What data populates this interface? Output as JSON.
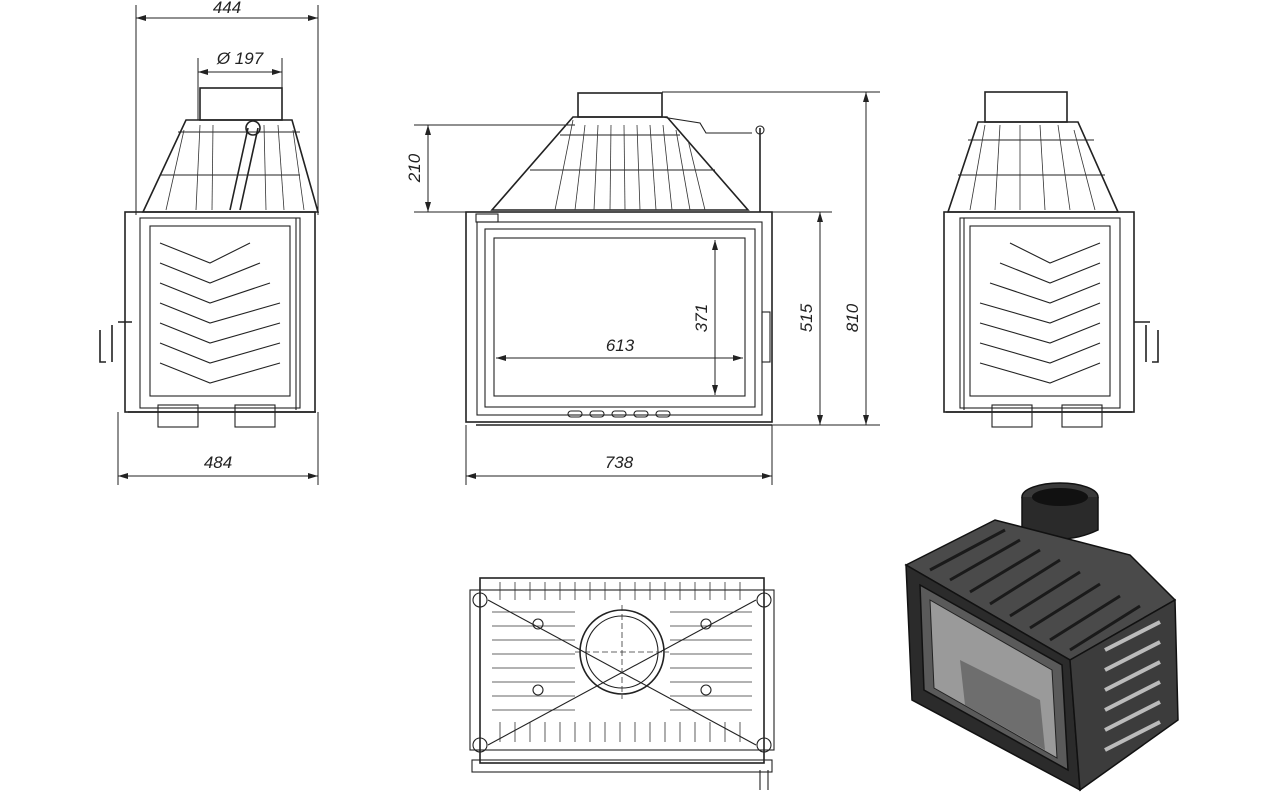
{
  "dimensions": {
    "side_width_top": "444",
    "flue_diameter": "Ø 197",
    "side_width_bottom": "484",
    "hood_height": "210",
    "glass_height": "371",
    "glass_width": "613",
    "door_height": "515",
    "total_height": "810",
    "front_width": "738"
  }
}
